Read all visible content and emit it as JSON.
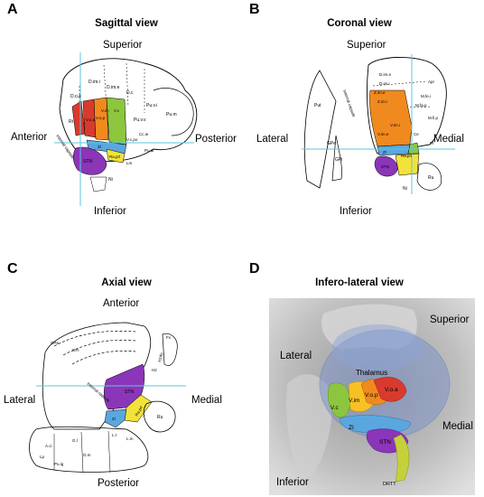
{
  "panels": {
    "a": {
      "letter": "A",
      "title": "Sagittal view",
      "superior": "Superior",
      "inferior": "Inferior",
      "anterior": "Anterior",
      "posterior": "Posterior",
      "labels": [
        "D.o.e",
        "D.im.i",
        "D.im.e",
        "D.c",
        "Pu.v.i",
        "Pu.m",
        "Pu.v.v",
        "Rt",
        "V.o.a",
        "V.o.p",
        "V.im",
        "V.c",
        "V.c.po",
        "Cc.ie",
        "Pu.ai",
        "Lm",
        "STN",
        "Ni",
        "Zl",
        "Ra.prl",
        "Internal capsule"
      ]
    },
    "b": {
      "letter": "B",
      "title": "Coronal view",
      "superior": "Superior",
      "inferior": "Inferior",
      "lateral": "Lateral",
      "medial": "Medial",
      "labels": [
        "Put",
        "GPe",
        "GPi",
        "D.im.e",
        "D.im.i",
        "Z.im.e",
        "Z.im.i",
        "V.im.i",
        "V.im.e",
        "M.fa.p",
        "M.fi.p",
        "M.fe.i",
        "Apr",
        "Ce",
        "Pf",
        "Ra.prl",
        "Zl",
        "STN",
        "Ru",
        "Ni",
        "Internal capsule"
      ]
    },
    "c": {
      "letter": "C",
      "title": "Axial view",
      "anterior": "Anterior",
      "posterior": "Posterior",
      "lateral": "Lateral",
      "medial": "Medial",
      "labels": [
        "GPe",
        "GPi",
        "Fx",
        "H2",
        "STN",
        "Ra.prl",
        "Ru",
        "Zl",
        "L.I",
        "L.m",
        "G.l",
        "G.m",
        "A.ci",
        "Pu.ig",
        "Lp",
        "Internal capsule",
        "H1ffn"
      ]
    },
    "d": {
      "letter": "D",
      "title": "Infero-lateral view",
      "superior": "Superior",
      "inferior": "Inferior",
      "lateral": "Lateral",
      "medial": "Medial",
      "labels": [
        "Thalamus",
        "V.c",
        "V.im",
        "V.o.p",
        "V.o.a",
        "ZI",
        "STN",
        "DRTT"
      ]
    }
  },
  "colors": {
    "stn": "#8b35b8",
    "zi": "#5aa7e0",
    "voa": "#d93a2e",
    "vop": "#f08a1e",
    "vim": "#f7c025",
    "vc": "#8cc63e",
    "rapr": "#f3e23a",
    "guide": "#5bc6e0"
  }
}
